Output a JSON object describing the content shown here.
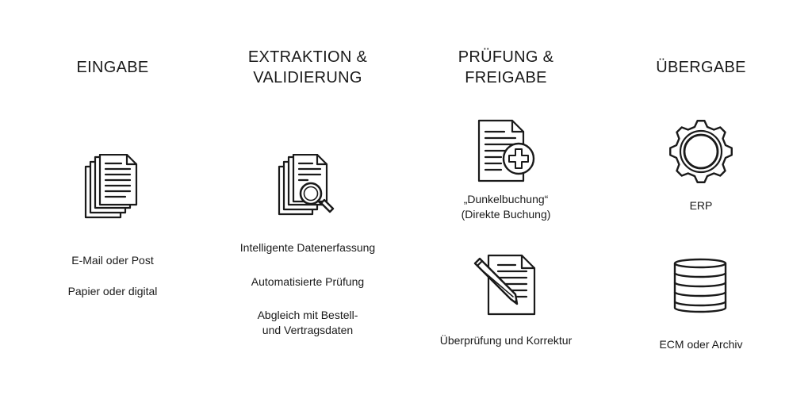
{
  "columns": [
    {
      "title_lines": [
        "EINGABE"
      ],
      "icon": "documents-stack-icon",
      "items": [
        {
          "lines": [
            "E-Mail oder Post"
          ]
        },
        {
          "lines": [
            "Papier oder digital"
          ]
        }
      ]
    },
    {
      "title_lines": [
        "EXTRAKTION &",
        "VALIDIERUNG"
      ],
      "icon": "documents-magnifier-icon",
      "items": [
        {
          "lines": [
            "Intelligente Datenerfassung"
          ]
        },
        {
          "lines": [
            "Automatisierte Prüfung"
          ]
        },
        {
          "lines": [
            "Abgleich mit Bestell-",
            "und Vertragsdaten"
          ]
        }
      ]
    },
    {
      "title_lines": [
        "PRÜFUNG &",
        "FREIGABE"
      ],
      "steps": [
        {
          "icon": "document-plus-icon",
          "lines": [
            "„Dunkelbuchung“",
            "(Direkte Buchung)"
          ]
        },
        {
          "icon": "document-pencil-icon",
          "lines": [
            "Überprüfung und Korrektur"
          ]
        }
      ]
    },
    {
      "title_lines": [
        "ÜBERGABE"
      ],
      "steps": [
        {
          "icon": "gear-icon",
          "lines": [
            "ERP"
          ]
        },
        {
          "icon": "database-icon",
          "lines": [
            "ECM oder Archiv"
          ]
        }
      ]
    }
  ],
  "colors": {
    "stroke": "#1a1a1a",
    "background": "#ffffff"
  }
}
